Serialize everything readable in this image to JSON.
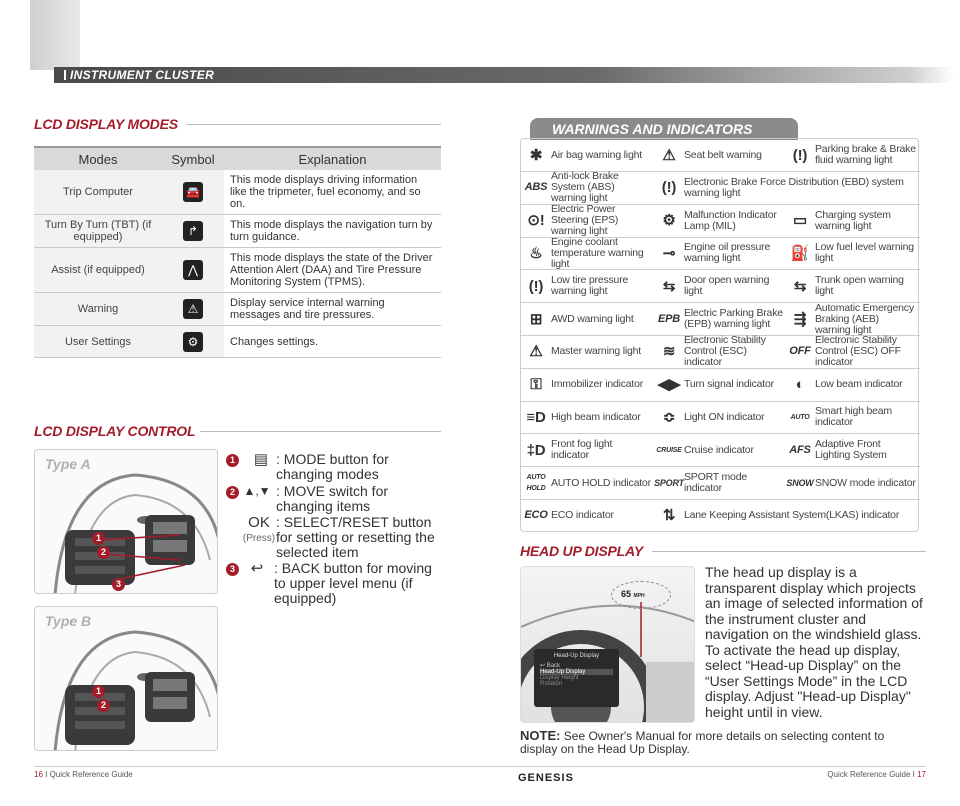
{
  "header": {
    "section": "INSTRUMENT CLUSTER"
  },
  "lcd_modes": {
    "title": "LCD DISPLAY MODES",
    "columns": [
      "Modes",
      "Symbol",
      "Explanation"
    ],
    "rows": [
      {
        "mode": "Trip Computer",
        "icon": "car-trip-icon",
        "explanation": "This mode displays driving information like the tripmeter, fuel economy, and so on."
      },
      {
        "mode": "Turn By Turn (TBT) (if equipped)",
        "icon": "turn-arrow-icon",
        "explanation": "This mode displays the navigation turn by turn guidance."
      },
      {
        "mode": "Assist (if equipped)",
        "icon": "road-lane-icon",
        "explanation": "This mode displays the state of the Driver Attention Alert (DAA) and Tire Pressure Monitoring System (TPMS)."
      },
      {
        "mode": "Warning",
        "icon": "warning-triangle-icon",
        "explanation": "Display service internal warning messages and tire pressures."
      },
      {
        "mode": "User Settings",
        "icon": "gear-icon",
        "explanation": "Changes settings."
      }
    ]
  },
  "lcd_control": {
    "title": "LCD DISPLAY CONTROL",
    "type_a": "Type A",
    "type_b": "Type B",
    "items": [
      {
        "num": "1",
        "symbol": "▤",
        "text": ": MODE button for changing modes"
      },
      {
        "num": "2",
        "symbol": "▲,▼",
        "text": ": MOVE switch for changing items"
      },
      {
        "num": "",
        "symbol": "OK",
        "sub": "(Press)",
        "text": ": SELECT/RESET button for setting or resetting the selected item"
      },
      {
        "num": "3",
        "symbol": "↩",
        "text": ": BACK button for moving to upper level menu (if equipped)"
      }
    ]
  },
  "warnings": {
    "title": "WARNINGS AND INDICATORS",
    "rows": [
      [
        {
          "icon": "airbag-icon",
          "g": "✱",
          "label": "Air bag warning light"
        },
        {
          "icon": "seatbelt-icon",
          "g": "⚠",
          "label": "Seat belt warning"
        },
        {
          "icon": "parking-brake-icon",
          "g": "(!)",
          "label": "Parking brake & Brake fluid warning light"
        }
      ],
      [
        {
          "icon": "abs-icon",
          "g": "ABS",
          "label": "Anti-lock Brake System (ABS) warning light"
        },
        {
          "icon": "ebd-icon",
          "g": "(!)",
          "label": "Electronic Brake Force Distribution (EBD) system warning light"
        }
      ],
      [
        {
          "icon": "eps-icon",
          "g": "⊙!",
          "label": "Electric Power Steering (EPS) warning light"
        },
        {
          "icon": "mil-icon",
          "g": "⚙",
          "label": "Malfunction Indicator Lamp (MIL)"
        },
        {
          "icon": "battery-icon",
          "g": "▭",
          "label": "Charging system warning light"
        }
      ],
      [
        {
          "icon": "coolant-icon",
          "g": "♨",
          "label": "Engine coolant temperature warning light"
        },
        {
          "icon": "oil-icon",
          "g": "⊸",
          "label": "Engine oil pressure warning light"
        },
        {
          "icon": "fuel-icon",
          "g": "⛽",
          "label": "Low fuel level warning light"
        }
      ],
      [
        {
          "icon": "tire-pressure-icon",
          "g": "(!)",
          "label": "Low tire pressure warning light"
        },
        {
          "icon": "door-open-icon",
          "g": "⇆",
          "label": "Door open warning light"
        },
        {
          "icon": "trunk-open-icon",
          "g": "⇆",
          "label": "Trunk open warning light"
        }
      ],
      [
        {
          "icon": "awd-icon",
          "g": "⊞",
          "label": "AWD warning light"
        },
        {
          "icon": "epb-icon",
          "g": "EPB",
          "label": "Electric Parking Brake (EPB) warning light"
        },
        {
          "icon": "aeb-icon",
          "g": "⇶",
          "label": "Automatic Emergency Braking (AEB) warning light"
        }
      ],
      [
        {
          "icon": "master-warning-icon",
          "g": "⚠",
          "label": "Master warning light"
        },
        {
          "icon": "esc-icon",
          "g": "≋",
          "label": "Electronic Stability Control (ESC) indicator"
        },
        {
          "icon": "esc-off-icon",
          "g": "OFF",
          "label": "Electronic Stability Control (ESC) OFF indicator"
        }
      ],
      [
        {
          "icon": "immobilizer-icon",
          "g": "⚿",
          "label": "Immobilizer indicator"
        },
        {
          "icon": "turn-signal-icon",
          "g": "◀▶",
          "label": "Turn signal indicator"
        },
        {
          "icon": "low-beam-icon",
          "g": "◐",
          "label": "Low beam indicator"
        }
      ],
      [
        {
          "icon": "high-beam-icon",
          "g": "≡D",
          "label": "High beam indicator"
        },
        {
          "icon": "light-on-icon",
          "g": "≎",
          "label": "Light ON indicator"
        },
        {
          "icon": "smart-high-beam-icon",
          "g": "AUTO",
          "label": "Smart high beam indicator"
        }
      ],
      [
        {
          "icon": "front-fog-icon",
          "g": "‡D",
          "label": "Front fog light indicator"
        },
        {
          "icon": "cruise-icon",
          "g": "CRUISE",
          "label": "Cruise indicator"
        },
        {
          "icon": "afs-icon",
          "g": "AFS",
          "label": "Adaptive Front Lighting System"
        }
      ],
      [
        {
          "icon": "auto-hold-icon",
          "g": "AUTO HOLD",
          "label": "AUTO HOLD indicator"
        },
        {
          "icon": "sport-icon",
          "g": "SPORT",
          "label": "SPORT mode indicator"
        },
        {
          "icon": "snow-icon",
          "g": "SNOW",
          "label": "SNOW mode indicator"
        }
      ],
      [
        {
          "icon": "eco-icon",
          "g": "ECO",
          "label": "ECO indicator"
        },
        {
          "icon": "lkas-icon",
          "g": "⇅",
          "label": "Lane Keeping Assistant System(LKAS) indicator"
        }
      ]
    ]
  },
  "hud": {
    "title": "HEAD UP DISPLAY",
    "body": "The head up display is a transparent display which projects an image of selected information of the instrument cluster and navigation on the windshield glass. To activate the head up display, select “Head-up Display” on the “User Settings Mode” in the LCD display. Adjust \"Head-up Display\" height until in view.",
    "note_label": "NOTE:",
    "note_text": " See Owner's Manual for more details on selecting content to display on the Head Up Display.",
    "screen": {
      "title": "Head-Up Display",
      "back": "Back",
      "items": [
        "Head-Up Display",
        "Display Height",
        "Rotation"
      ],
      "speed": "65",
      "unit": "MPH"
    }
  },
  "footer": {
    "left_num": "16",
    "left": " I Quick Reference Guide",
    "right": "Quick Reference Guide I ",
    "right_num": "17",
    "logo": "GENESIS"
  }
}
